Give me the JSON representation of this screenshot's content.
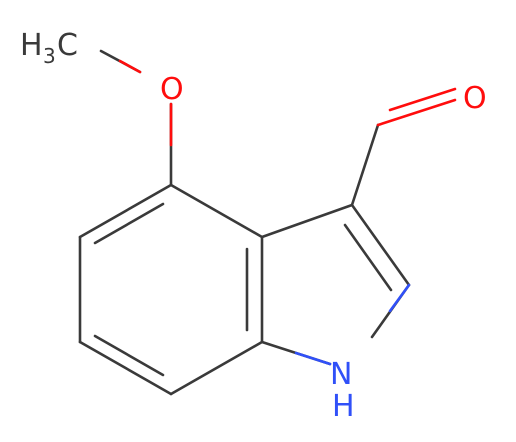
{
  "molecule": {
    "atom_labels": {
      "methyl": {
        "main": "H",
        "subscript": "3",
        "tail": "C"
      },
      "ether_oxygen": "O",
      "aldehyde_oxygen": "O",
      "ring_nitrogen": "N",
      "ring_nh_hydrogen": "H"
    }
  },
  "colors": {
    "bond": "#3a3a3a",
    "carbon_label": "#3a3a3a",
    "oxygen": "#ff0d0d",
    "nitrogen": "#3050f8",
    "background": "#ffffff"
  }
}
